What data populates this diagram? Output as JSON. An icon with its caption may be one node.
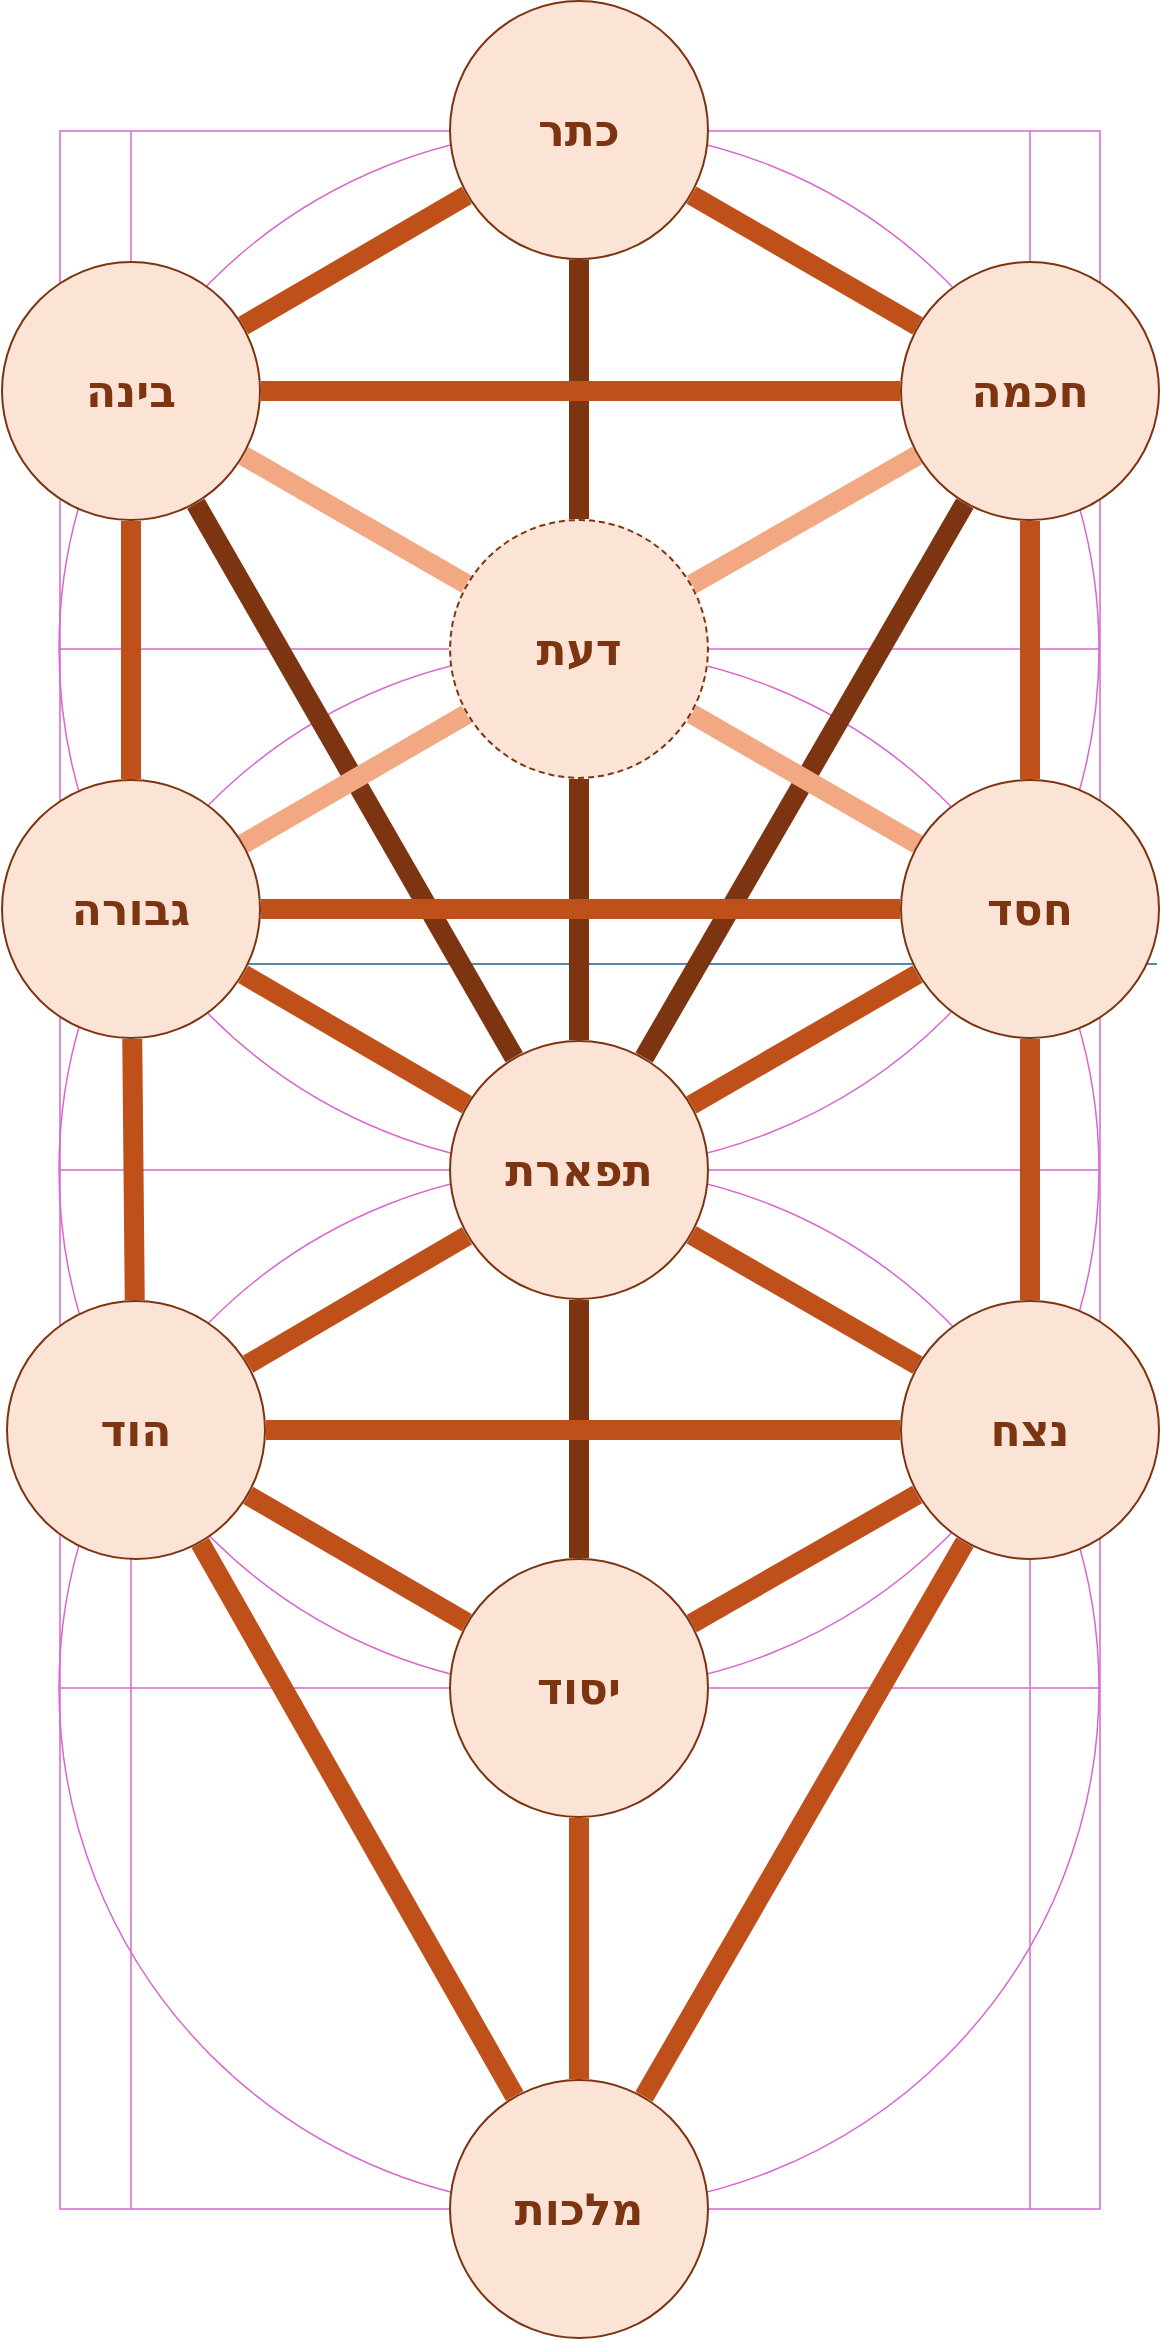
{
  "diagram": {
    "nodes": [
      {
        "text": [
          "כתר"
        ]
      },
      {
        "text": [
          "בינה"
        ]
      },
      {
        "text": [
          "חכמה"
        ]
      },
      {
        "text": [
          "דעת"
        ]
      },
      {
        "text": [
          "גבורה"
        ]
      },
      {
        "text": [
          "חסד"
        ]
      },
      {
        "text": [
          "תפארת"
        ]
      },
      {
        "text": [
          "הוד"
        ]
      },
      {
        "text": [
          "נצח"
        ]
      },
      {
        "text": [
          "יסוד"
        ]
      },
      {
        "text": [
          "מלכות"
        ]
      }
    ],
    "edges": [
      {
        "from": 0,
        "to": 1,
        "arrow": "none"
      },
      {
        "from": 0,
        "to": 2,
        "arrow": "none"
      },
      {
        "from": 0,
        "to": 3,
        "arrow": "none",
        "color": "#7d3410"
      },
      {
        "from": 1,
        "to": 2,
        "arrow": "none"
      },
      {
        "from": 1,
        "to": 3,
        "arrow": "none",
        "color": "#f2a883"
      },
      {
        "from": 2,
        "to": 3,
        "arrow": "none",
        "color": "#f2a883"
      },
      {
        "from": 1,
        "to": 4,
        "arrow": "none"
      },
      {
        "from": 2,
        "to": 5,
        "arrow": "none"
      },
      {
        "from": 1,
        "to": 6,
        "arrow": "none",
        "color": "#7d3410"
      },
      {
        "from": 2,
        "to": 6,
        "arrow": "none",
        "color": "#7d3410"
      },
      {
        "from": 4,
        "to": 3,
        "arrow": "none",
        "color": "#f2a883"
      },
      {
        "from": 5,
        "to": 3,
        "arrow": "none",
        "color": "#f2a883"
      },
      {
        "from": 3,
        "to": 6,
        "arrow": "none",
        "color": "#7d3410"
      },
      {
        "from": 4,
        "to": 5,
        "arrow": "none"
      },
      {
        "from": 4,
        "to": 6,
        "arrow": "none"
      },
      {
        "from": 5,
        "to": 6,
        "arrow": "none"
      },
      {
        "from": 4,
        "to": 7,
        "arrow": "none"
      },
      {
        "from": 5,
        "to": 8,
        "arrow": "none"
      },
      {
        "from": 6,
        "to": 7,
        "arrow": "none"
      },
      {
        "from": 6,
        "to": 8,
        "arrow": "none"
      },
      {
        "from": 6,
        "to": 9,
        "arrow": "none",
        "color": "#7d3410"
      },
      {
        "from": 7,
        "to": 8,
        "arrow": "none"
      },
      {
        "from": 7,
        "to": 9,
        "arrow": "none"
      },
      {
        "from": 8,
        "to": 9,
        "arrow": "none"
      },
      {
        "from": 7,
        "to": 10,
        "arrow": "none"
      },
      {
        "from": 8,
        "to": 10,
        "arrow": "none"
      },
      {
        "from": 9,
        "to": 10,
        "arrow": "none"
      }
    ]
  }
}
